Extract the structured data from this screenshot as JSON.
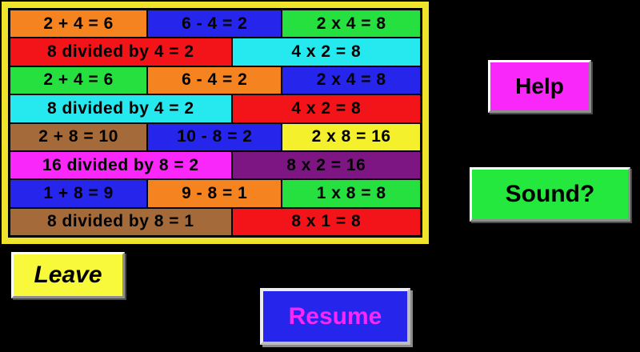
{
  "page": {
    "background": "#000000"
  },
  "grid": {
    "frame_color": "#EFE32C",
    "cell_text_color": "#000000",
    "rows": [
      {
        "cells": [
          {
            "text": "2 + 4 = 6",
            "bg": "#F5831F",
            "w": 33.5
          },
          {
            "text": "6 - 4 = 2",
            "bg": "#2525EC",
            "w": 32.7
          },
          {
            "text": "2 x 4 = 8",
            "bg": "#25E03E",
            "w": 33.8
          }
        ]
      },
      {
        "cells": [
          {
            "text": "8 divided by 4 = 2",
            "bg": "#F21418",
            "w": 54.0
          },
          {
            "text": "4 x 2 = 8",
            "bg": "#25E9EF",
            "w": 46.0
          }
        ]
      },
      {
        "cells": [
          {
            "text": "2 + 4 = 6",
            "bg": "#25E03E",
            "w": 33.5
          },
          {
            "text": "6 - 4 = 2",
            "bg": "#F5831F",
            "w": 32.7
          },
          {
            "text": "2 x 4 = 8",
            "bg": "#2525EC",
            "w": 33.8
          }
        ]
      },
      {
        "cells": [
          {
            "text": "8 divided by 4 = 2",
            "bg": "#25E9EF",
            "w": 54.0
          },
          {
            "text": "4 x 2 = 8",
            "bg": "#F21418",
            "w": 46.0
          }
        ]
      },
      {
        "cells": [
          {
            "text": "2 + 8 = 10",
            "bg": "#A56A3A",
            "w": 33.5
          },
          {
            "text": "10 - 8 = 2",
            "bg": "#2525EC",
            "w": 32.7
          },
          {
            "text": "2 x 8 = 16",
            "bg": "#F4F02C",
            "w": 33.8
          }
        ]
      },
      {
        "cells": [
          {
            "text": "16 divided by 8 = 2",
            "bg": "#F927F9",
            "w": 54.0
          },
          {
            "text": "8 x 2 = 16",
            "bg": "#7D1583",
            "w": 46.0
          }
        ]
      },
      {
        "cells": [
          {
            "text": "1 + 8 = 9",
            "bg": "#2525EC",
            "w": 33.5
          },
          {
            "text": "9 - 8 = 1",
            "bg": "#F5831F",
            "w": 32.7
          },
          {
            "text": "1 x 8 = 8",
            "bg": "#25E03E",
            "w": 33.8
          }
        ]
      },
      {
        "cells": [
          {
            "text": "8 divided by 8 = 1",
            "bg": "#A56A3A",
            "w": 54.0
          },
          {
            "text": "8 x 1 = 8",
            "bg": "#F21418",
            "w": 46.0
          }
        ]
      }
    ]
  },
  "buttons": {
    "help": {
      "label": "Help",
      "bg": "#F927F9",
      "fg": "#000000"
    },
    "sound": {
      "label": "Sound?",
      "bg": "#25E83E",
      "fg": "#000000"
    },
    "leave": {
      "label": "Leave",
      "bg": "#F9F93B",
      "fg": "#000000"
    },
    "resume": {
      "label": "Resume",
      "bg": "#2525EC",
      "fg": "#F927F9"
    }
  }
}
